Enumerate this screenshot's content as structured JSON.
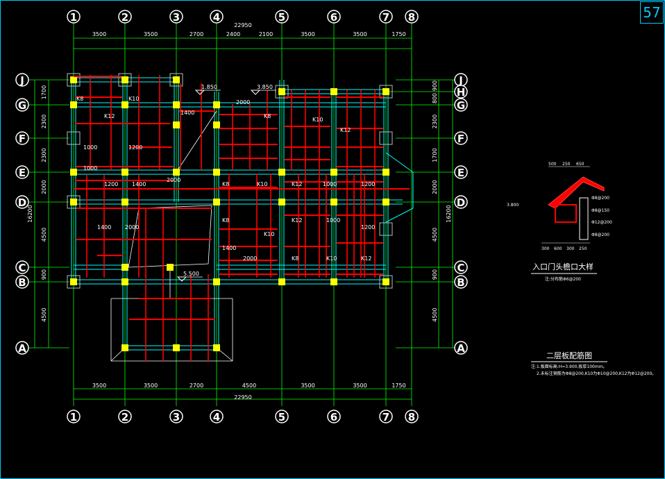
{
  "sheet_number": "57",
  "axes_x": [
    "1",
    "2",
    "3",
    "4",
    "5",
    "6",
    "7",
    "8"
  ],
  "axes_y": [
    "J",
    "H",
    "G",
    "F",
    "E",
    "D",
    "C",
    "B",
    "A"
  ],
  "dims_top": [
    "3500",
    "3500",
    "2700",
    "2400",
    "2100",
    "3500",
    "3500",
    "1750"
  ],
  "dims_top_total": "22950",
  "dims_bottom": [
    "3500",
    "3500",
    "2700",
    "4500",
    "3500",
    "3500",
    "1750"
  ],
  "dims_bottom_total": "22950",
  "dims_left": [
    "1700",
    "2300",
    "2300",
    "2000",
    "4500",
    "900",
    "4500"
  ],
  "dims_left_total": "16200",
  "dims_right": [
    "900",
    "800",
    "2300",
    "1700",
    "2000",
    "4500",
    "900",
    "4500"
  ],
  "dims_right_total": "16200",
  "elevations": [
    "1.850",
    "3.850",
    "5.500"
  ],
  "slab_labels": [
    "K8",
    "K10",
    "K12",
    "1000",
    "1200",
    "1400",
    "2000"
  ],
  "detail": {
    "title": "入口门头檐口大样",
    "subtitle": "注:分布筋Φ6@200",
    "dims": [
      "500",
      "250",
      "650",
      "300",
      "600",
      "300",
      "250"
    ],
    "elev": "3.800",
    "notes": [
      "Φ8@200",
      "Φ8@150",
      "Φ12@200",
      "Φ8@200"
    ]
  },
  "plan": {
    "title": "二层板配筋图",
    "notes": [
      "注:1.板面标高:H=3.900,板厚100mm。",
      "2.未标注钢筋为Φ8@200,K10为Φ10@200,K12为Φ12@200。"
    ]
  },
  "colors": {
    "grid": "#00ff00",
    "beam": "#00ffff",
    "rebar": "#ff0000",
    "column": "#ffff00",
    "text": "#ffffff"
  }
}
